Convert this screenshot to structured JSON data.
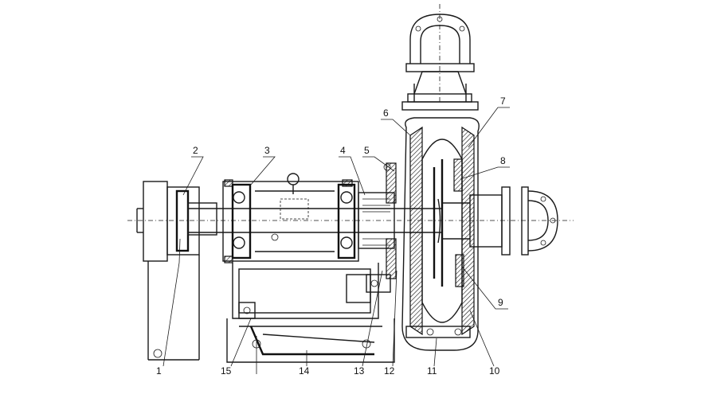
{
  "diagram": {
    "callouts": [
      {
        "id": "1",
        "label": "1"
      },
      {
        "id": "2",
        "label": "2"
      },
      {
        "id": "3",
        "label": "3"
      },
      {
        "id": "4",
        "label": "4"
      },
      {
        "id": "5",
        "label": "5"
      },
      {
        "id": "6",
        "label": "6"
      },
      {
        "id": "7",
        "label": "7"
      },
      {
        "id": "8",
        "label": "8"
      },
      {
        "id": "9",
        "label": "9"
      },
      {
        "id": "10",
        "label": "10"
      },
      {
        "id": "11",
        "label": "11"
      },
      {
        "id": "12",
        "label": "12"
      },
      {
        "id": "13",
        "label": "13"
      },
      {
        "id": "14",
        "label": "14"
      },
      {
        "id": "15",
        "label": "15"
      }
    ],
    "colors": {
      "line": "#1a1a1a",
      "background": "#ffffff"
    }
  }
}
